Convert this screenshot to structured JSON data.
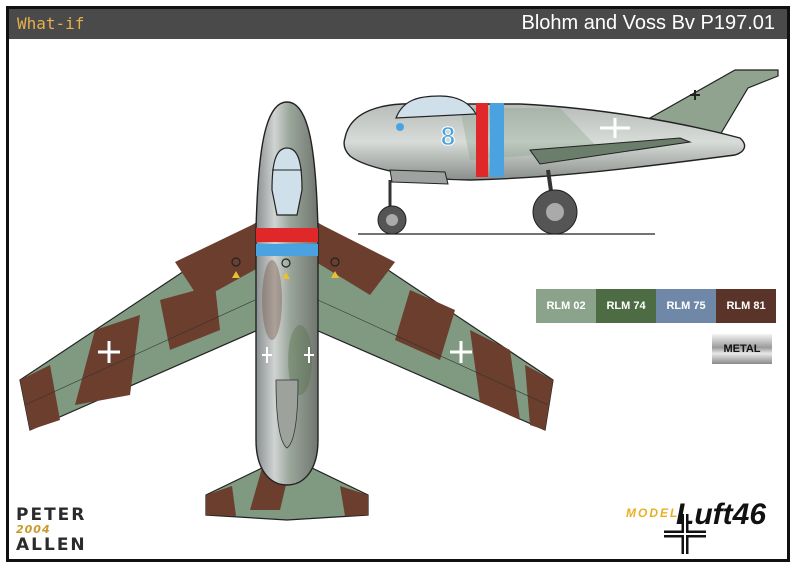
{
  "header": {
    "category": "What-if",
    "aircraft_title": "Blohm and Voss Bv P197.01"
  },
  "aircraft": {
    "fuselage_number": "8"
  },
  "colors": {
    "swatches": [
      {
        "label": "RLM 02",
        "hex": "#8aa38a"
      },
      {
        "label": "RLM 74",
        "hex": "#4d6c43"
      },
      {
        "label": "RLM 75",
        "hex": "#7088a8"
      },
      {
        "label": "RLM 81",
        "hex": "#5a3428"
      }
    ],
    "metal_label": "METAL",
    "camo_green": "#7f9a80",
    "camo_brown": "#6b3e2e",
    "band_red": "#e0282a",
    "band_blue": "#4aa3e0"
  },
  "signature": {
    "line1": "PETER",
    "line2": "2004",
    "line3": "ALLEN"
  },
  "brand": {
    "prefix": "MODEL",
    "name": "Luft46"
  }
}
